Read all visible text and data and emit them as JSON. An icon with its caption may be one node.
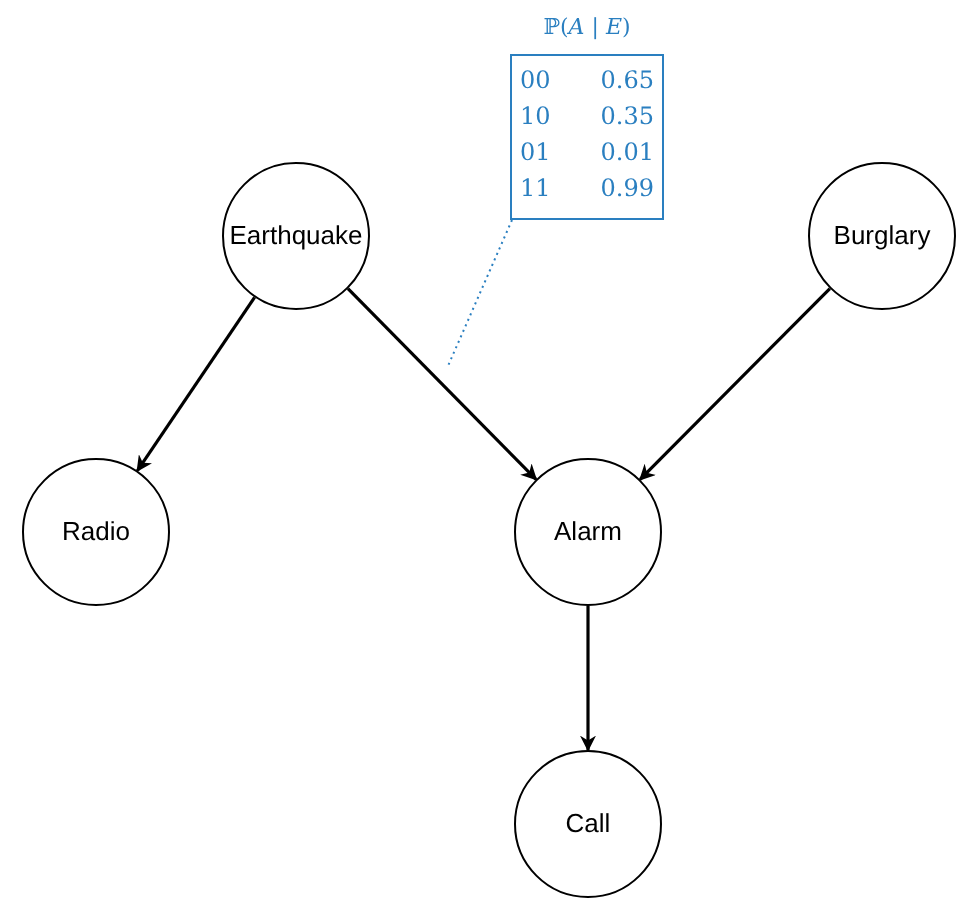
{
  "diagram": {
    "nodes": [
      {
        "text": [
          "Earthquake"
        ]
      },
      {
        "text": [
          "Burglary"
        ]
      },
      {
        "text": [
          "Radio"
        ]
      },
      {
        "text": [
          "Alarm"
        ]
      },
      {
        "text": [
          "Call"
        ]
      },
      {
        "text": [
          "ℙ(*A* | *E*)",
          "00",
          "0.65",
          "10",
          "0.35",
          "01",
          "0.01",
          "11",
          "0.99"
        ]
      }
    ],
    "edges": [
      {
        "from": 0,
        "to": 2,
        "arrow": "to"
      },
      {
        "from": 0,
        "to": 3,
        "arrow": "to"
      },
      {
        "from": 1,
        "to": 3,
        "arrow": "to"
      },
      {
        "from": 3,
        "to": 4,
        "arrow": "to"
      },
      {
        "from": 5,
        "to": null,
        "arrow": "none",
        "style": "dashed",
        "color": "#2a7fc0"
      }
    ]
  }
}
